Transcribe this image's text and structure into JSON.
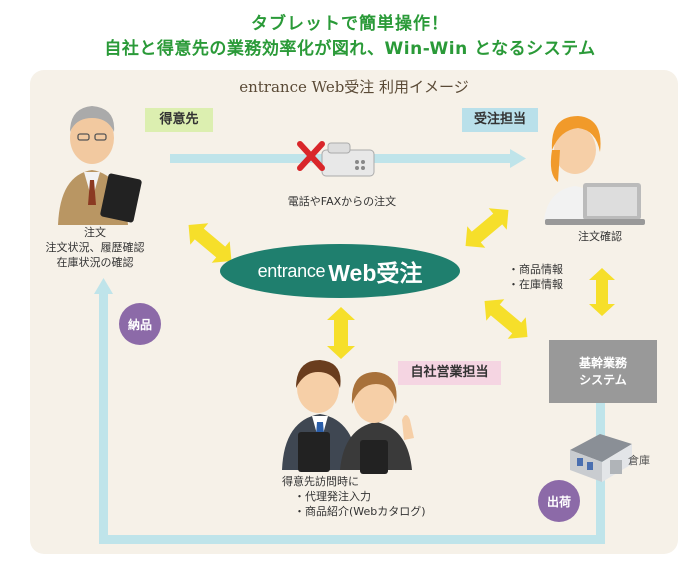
{
  "header": {
    "line1": "タブレットで簡単操作！",
    "line2": "自社と得意先の業務効率化が図れ、Win-Win となるシステム"
  },
  "panel": {
    "title": "entrance Web受注 利用イメージ"
  },
  "tags": {
    "customer": "得意先",
    "order_staff": "受注担当",
    "sales_staff": "自社営業担当"
  },
  "customer": {
    "lines": [
      "注文",
      "注文状況、履歴確認",
      "在庫状況の確認"
    ]
  },
  "fax_note": "電話やFAXからの注文",
  "order_note": "注文確認",
  "info_notes": [
    "・商品情報",
    "・在庫情報"
  ],
  "center": {
    "prefix": "entrance",
    "brand": "Web受注"
  },
  "core_system": {
    "line1": "基幹業務",
    "line2": "システム"
  },
  "warehouse": "倉庫",
  "badges": {
    "delivery": "納品",
    "shipment": "出荷"
  },
  "sales": {
    "line1": "得意先訪問時に",
    "items": [
      "・代理発注入力",
      "・商品紹介(Webカタログ)"
    ]
  },
  "colors": {
    "header_green": "#2a9a38",
    "flow_blue": "#bfe4ea",
    "arrow_yellow": "#f6df2a",
    "ellipse_green": "#1f7f6e",
    "badge_purple": "#8c6aa8",
    "core_grey": "#999999"
  },
  "icons": [
    "fax-icon",
    "cross-icon",
    "laptop-icon",
    "tablet-icon",
    "warehouse-icon"
  ]
}
